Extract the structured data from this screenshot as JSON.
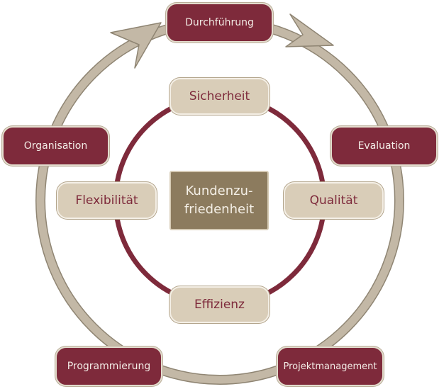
{
  "outer_cycle": {
    "nodes": [
      {
        "label": "Durchführung"
      },
      {
        "label": "Evaluation"
      },
      {
        "label": "Projektmanagement"
      },
      {
        "label": "Programmierung"
      },
      {
        "label": "Organisation"
      }
    ]
  },
  "inner_ring": {
    "nodes": [
      {
        "label": "Sicherheit"
      },
      {
        "label": "Qualität"
      },
      {
        "label": "Effizienz"
      },
      {
        "label": "Flexibilität"
      }
    ]
  },
  "center": {
    "line1": "Kundenzu-",
    "line2": "friedenheit"
  },
  "colors": {
    "maroon": "#7e2a3b",
    "beige": "#d9cdb8",
    "ring_tan": "#b9ad99",
    "center_brown": "#8c7b5e"
  }
}
